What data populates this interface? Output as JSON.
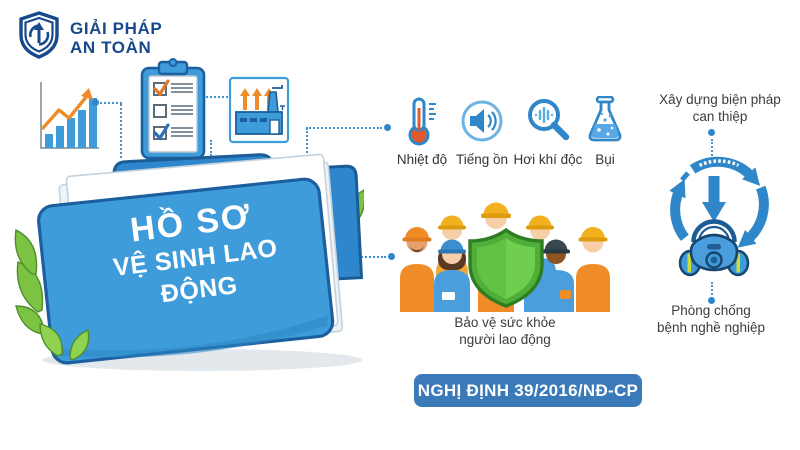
{
  "brand": {
    "line1": "GIẢI PHÁP",
    "line2": "AN TOÀN",
    "logo_icon": "shield-arrow-icon"
  },
  "folder": {
    "title_line1": "HỒ SƠ",
    "title_line2": "VỆ SINH LAO ĐỘNG"
  },
  "top_illustrations": [
    {
      "name": "growth-bar-chart"
    },
    {
      "name": "checklist-clipboard"
    },
    {
      "name": "factory-card"
    }
  ],
  "hazards": {
    "items": [
      {
        "label": "Nhiệt độ",
        "icon": "thermometer-icon"
      },
      {
        "label": "Tiếng ồn",
        "icon": "speaker-icon"
      },
      {
        "label": "Hơi khí độc",
        "icon": "magnifier-soundwave-icon"
      },
      {
        "label": "Bụi",
        "icon": "flask-icon"
      }
    ]
  },
  "workers": {
    "caption_line1": "Bảo vệ sức khỏe",
    "caption_line2": "người lao động",
    "illustration": "workers-group-with-green-shield"
  },
  "cycle": {
    "top_caption_line1": "Xây dựng biện pháp",
    "top_caption_line2": "can thiệp",
    "bottom_caption_line1": "Phòng chống",
    "bottom_caption_line2": "bệnh nghề nghiệp",
    "illustration": "circular-arrows-respirator-mask"
  },
  "badge": {
    "label": "NGHỊ ĐỊNH 39/2016/NĐ-CP"
  },
  "colors": {
    "brand_navy": "#17498c",
    "accent_blue": "#2f86c8",
    "folder_blue": "#3f9cda",
    "badge_blue": "#3a7ab8",
    "orange": "#f08c28",
    "thermometer_red": "#e05a2b",
    "shield_green": "#4fae37",
    "leaf_green": "#7cc243"
  }
}
